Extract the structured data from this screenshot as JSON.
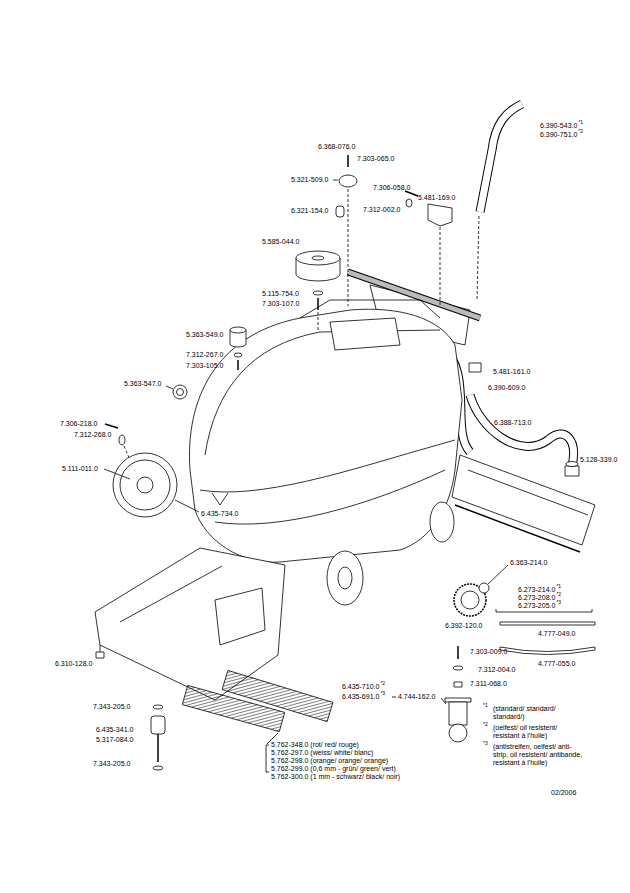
{
  "diagram": {
    "labels": [
      "6.390-543.0",
      "*1",
      "6.390-751.0",
      "*2",
      "6.368-076.0",
      "7.303-065.0",
      "5.321-509.0",
      "7.306-058.0",
      "5.481-169.0",
      "6.321-154.0",
      "7.312-002.0",
      "5.585-044.0",
      "5.115-754.0",
      "7.303-107.0",
      "5.363-549.0",
      "7.312-267.0",
      "7.303-105.0",
      "5.363-547.0",
      "5.481-161.0",
      "6.390-609.0",
      "7.306-218.0",
      "7.312-268.0",
      "6.388-713.0",
      "5.128-339.0",
      "5.111-011.0",
      "6.435-734.0",
      "6.363-214.0",
      "6.273-214.0",
      "*1",
      "6.273-208.0",
      "*2",
      "6.273-205.0",
      "*3",
      "6.392-120.0",
      "4.777-049.0",
      "4.777-055.0",
      "6.310-128.0",
      "7.303-009.0",
      "7.312-004.0",
      "7.311-068.0",
      "6.435-710.0",
      "*2",
      "6.435-691.0",
      "*3",
      "4.744-162.0",
      "7.343-205.0",
      "6.435-341.0",
      "5.317-084.0",
      "7.343-205.0",
      "5.762-348.0 (rot/ red/ rouge)",
      "5.762-297.0 (weiss/ white/ blanc)",
      "5.762-298.0 (orange/ orange/ orange)",
      "5.762-299.0 (0,6 mm - grün/ green/ vert)",
      "5.762-300.0 (1 mm - schwarz/ black/ noir)",
      "*1",
      "(standard/ standard/ standard/)",
      "*2",
      "(oelfest/ oil resistent/ resistant à l'huile)",
      "*3",
      "(antistreifen, oelfest/ anti-strip, oil resistent/ antibande, resistant à l'huile)",
      "02/2006"
    ]
  }
}
